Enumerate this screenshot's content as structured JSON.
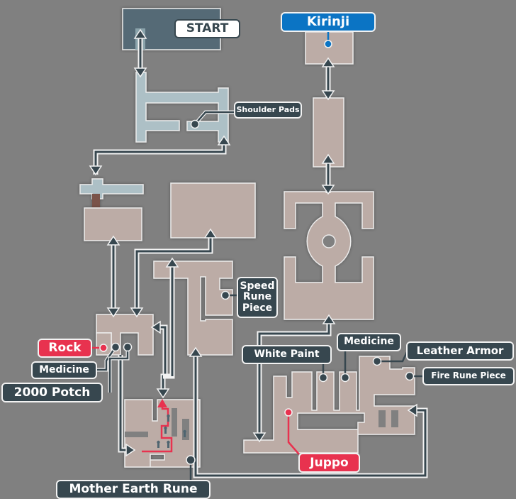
{
  "map": {
    "colors": {
      "background": "#808080",
      "room": "#bcaca6",
      "room_start_area": "#adc0c6",
      "start_room": "#546a76",
      "label_dark": "#37474f",
      "label_red": "#e8324f",
      "label_blue": "#0b74c4"
    },
    "labels": {
      "start": "START",
      "kirinji": "Kirinji",
      "shoulder_pads": "Shoulder Pads",
      "speed_rune_piece": "Speed Rune Piece",
      "speed_rune_lines": [
        "Speed",
        "Rune",
        "Piece"
      ],
      "rock": "Rock",
      "medicine_west": "Medicine",
      "potch": "2000 Potch",
      "mother_earth_rune": "Mother Earth Rune",
      "white_paint": "White Paint",
      "medicine_east": "Medicine",
      "leather_armor": "Leather Armor",
      "fire_rune_piece": "Fire Rune Piece",
      "juppo": "Juppo"
    },
    "label_types": {
      "start": "start",
      "kirinji": "character",
      "rock": "character",
      "juppo": "character",
      "shoulder_pads": "item",
      "speed_rune_piece": "item",
      "medicine_west": "item",
      "potch": "item",
      "mother_earth_rune": "item",
      "white_paint": "item",
      "medicine_east": "item",
      "leather_armor": "item",
      "fire_rune_piece": "item"
    }
  }
}
